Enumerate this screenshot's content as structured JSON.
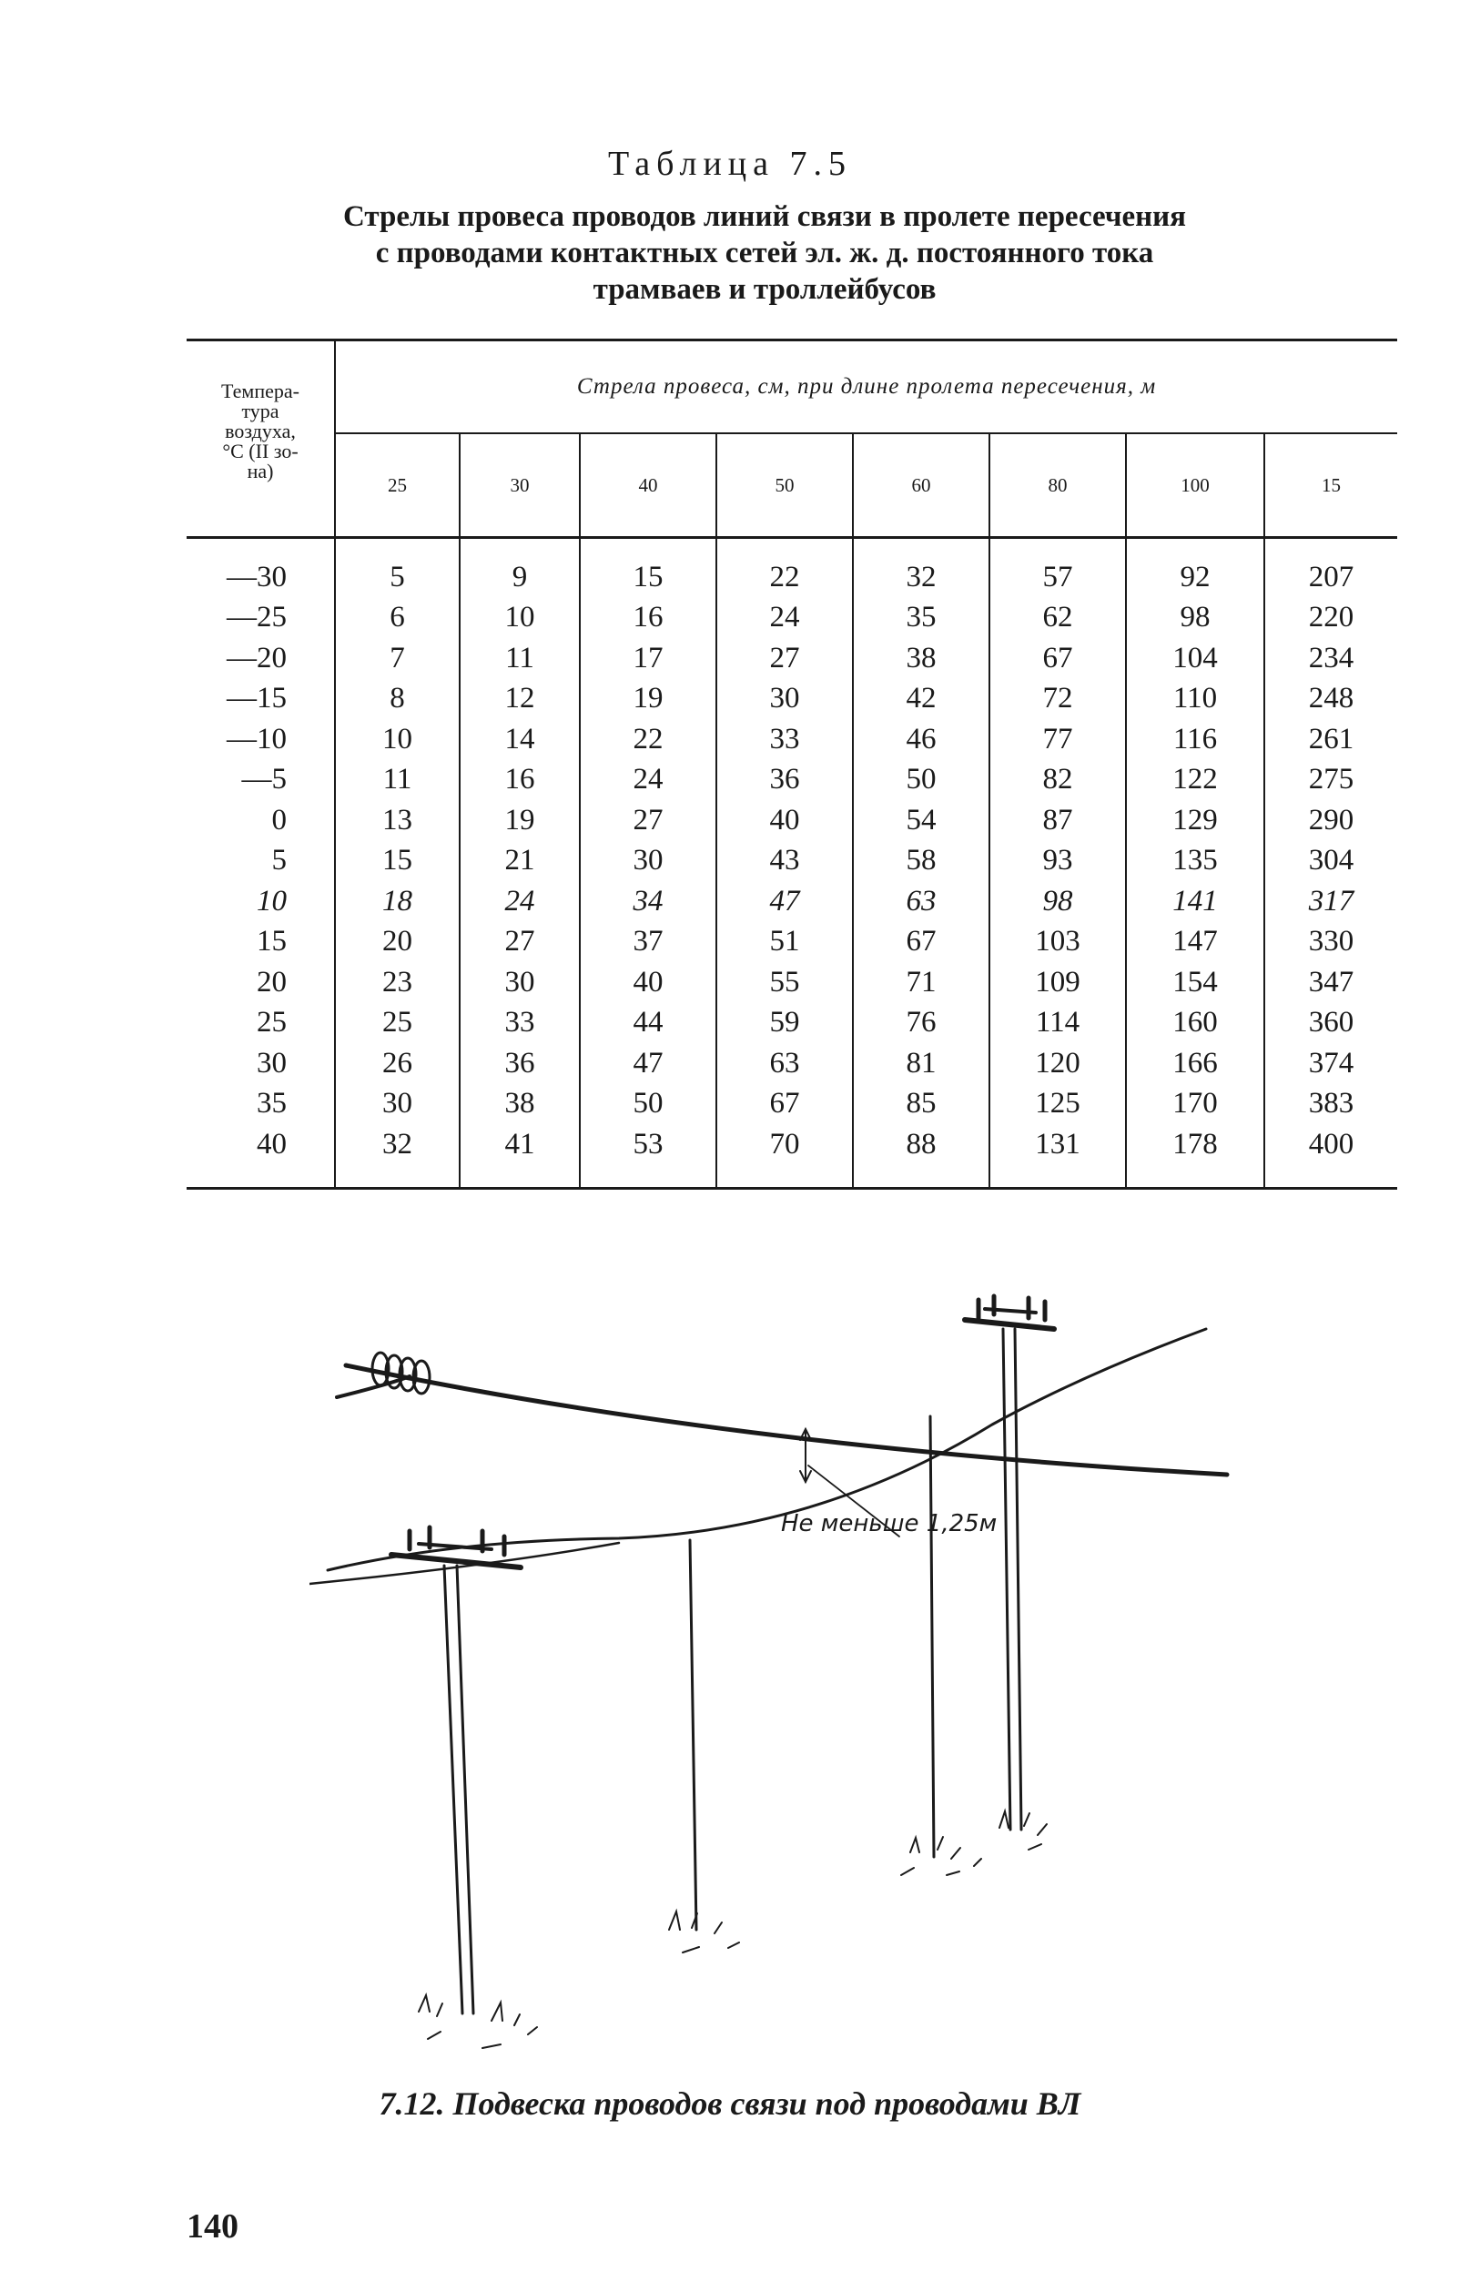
{
  "caption": {
    "label": "Таблица 7.5",
    "title_lines": [
      "Стрелы провеса проводов линий связи в пролете пересечения",
      "с проводами контактных сетей эл. ж. д. постоянного тока",
      "трамваев и троллейбусов"
    ]
  },
  "table": {
    "stub_header": "Темпера-\nтура\nвоздуха,\n°С (II зо-\nна)",
    "group_header": "Стрела провеса, см, при длине пролета пересечения, м",
    "columns": [
      "25",
      "30",
      "40",
      "50",
      "60",
      "80",
      "100",
      "15"
    ],
    "rows": [
      {
        "temp": "—30",
        "values": [
          "5",
          "9",
          "15",
          "22",
          "32",
          "57",
          "92",
          "207"
        ]
      },
      {
        "temp": "—25",
        "values": [
          "6",
          "10",
          "16",
          "24",
          "35",
          "62",
          "98",
          "220"
        ]
      },
      {
        "temp": "—20",
        "values": [
          "7",
          "11",
          "17",
          "27",
          "38",
          "67",
          "104",
          "234"
        ]
      },
      {
        "temp": "—15",
        "values": [
          "8",
          "12",
          "19",
          "30",
          "42",
          "72",
          "110",
          "248"
        ]
      },
      {
        "temp": "—10",
        "values": [
          "10",
          "14",
          "22",
          "33",
          "46",
          "77",
          "116",
          "261"
        ]
      },
      {
        "temp": "—5",
        "values": [
          "11",
          "16",
          "24",
          "36",
          "50",
          "82",
          "122",
          "275"
        ]
      },
      {
        "temp": "0",
        "values": [
          "13",
          "19",
          "27",
          "40",
          "54",
          "87",
          "129",
          "290"
        ]
      },
      {
        "temp": "5",
        "values": [
          "15",
          "21",
          "30",
          "43",
          "58",
          "93",
          "135",
          "304"
        ]
      },
      {
        "temp": "10",
        "values": [
          "18",
          "24",
          "34",
          "47",
          "63",
          "98",
          "141",
          "317"
        ]
      },
      {
        "temp": "15",
        "values": [
          "20",
          "27",
          "37",
          "51",
          "67",
          "103",
          "147",
          "330"
        ]
      },
      {
        "temp": "20",
        "values": [
          "23",
          "30",
          "40",
          "55",
          "71",
          "109",
          "154",
          "347"
        ]
      },
      {
        "temp": "25",
        "values": [
          "25",
          "33",
          "44",
          "59",
          "76",
          "114",
          "160",
          "360"
        ]
      },
      {
        "temp": "30",
        "values": [
          "26",
          "36",
          "47",
          "63",
          "81",
          "120",
          "166",
          "374"
        ]
      },
      {
        "temp": "35",
        "values": [
          "30",
          "38",
          "50",
          "67",
          "85",
          "125",
          "170",
          "383"
        ]
      },
      {
        "temp": "40",
        "values": [
          "32",
          "41",
          "53",
          "70",
          "88",
          "131",
          "178",
          "400"
        ]
      }
    ]
  },
  "figure": {
    "dimension_label": "Не меньше 1,25м",
    "caption": "7.12. Подвеска проводов связи под проводами ВЛ"
  },
  "page_number": "140"
}
